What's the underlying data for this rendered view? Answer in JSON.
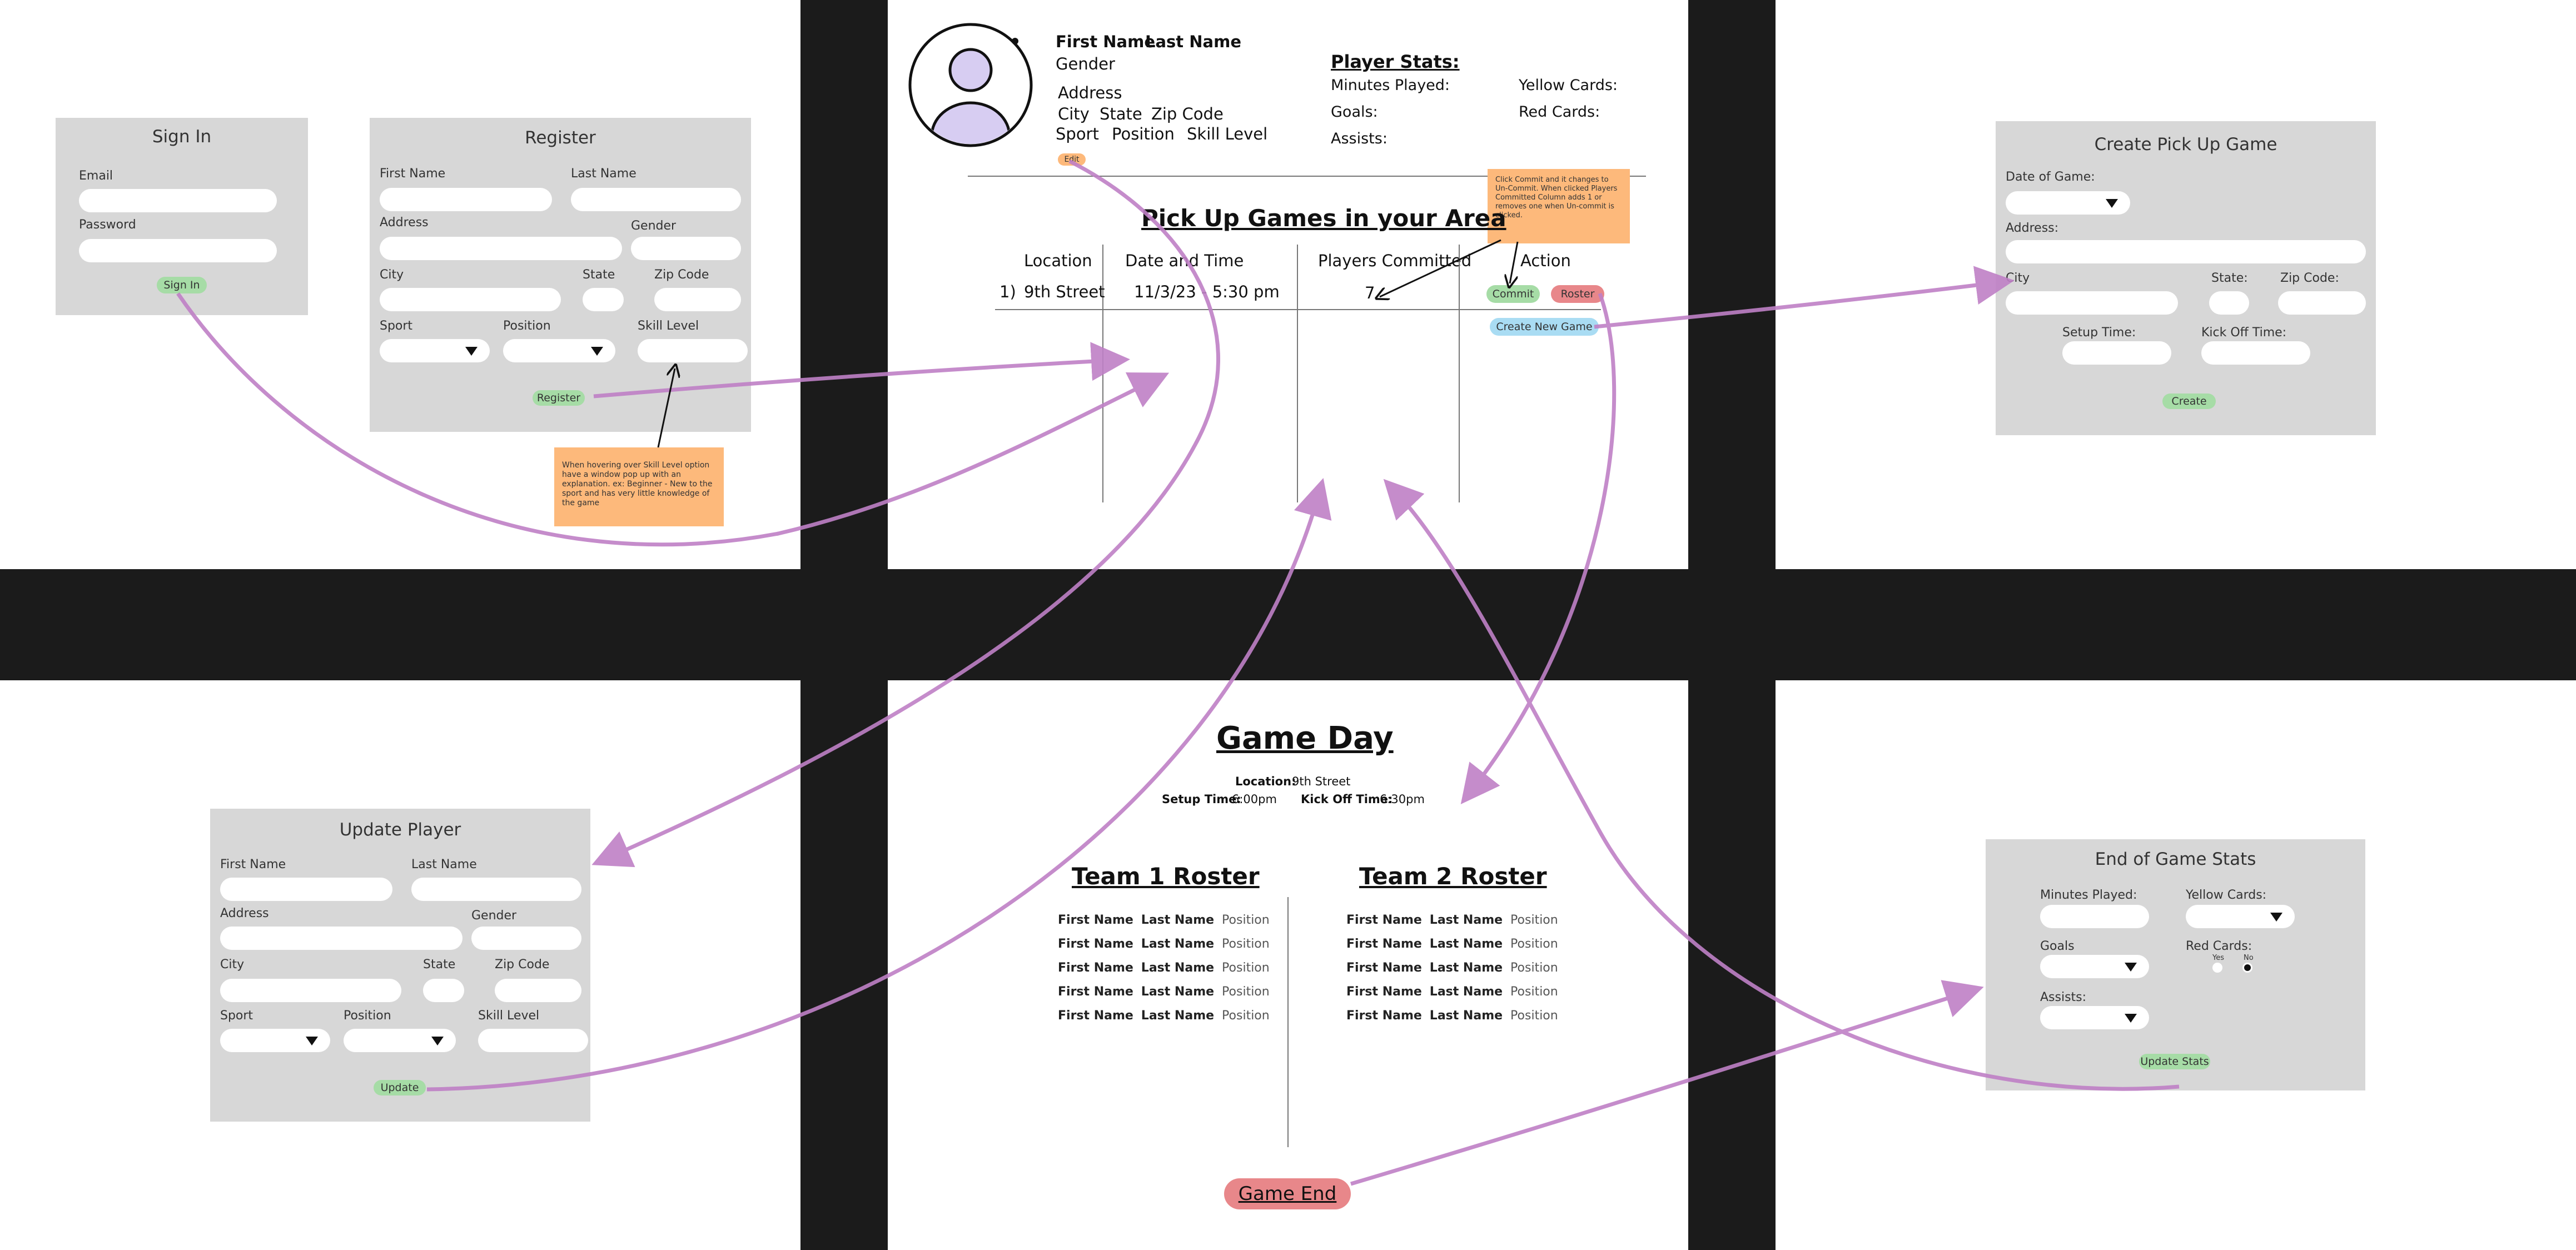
{
  "sign_in": {
    "title": "Sign In",
    "email_label": "Email",
    "password_label": "Password",
    "button": "Sign In"
  },
  "register": {
    "title": "Register",
    "first_name": "First Name",
    "last_name": "Last Name",
    "address": "Address",
    "gender": "Gender",
    "city": "City",
    "state": "State",
    "zip": "Zip Code",
    "sport": "Sport",
    "position": "Position",
    "skill_level": "Skill Level",
    "button": "Register",
    "note": "When hovering over Skill Level option have a window pop up with an explanation. ex: Beginner - New to the sport and has very little knowledge of the game"
  },
  "profile": {
    "first_name": "First Name",
    "last_name": "Last Name",
    "gender": "Gender",
    "address": "Address",
    "city": "City",
    "state": "State",
    "zip": "Zip Code",
    "sport": "Sport",
    "position": "Position",
    "skill_level": "Skill Level",
    "edit": "Edit",
    "stats_title": "Player Stats:",
    "minutes_played": "Minutes Played:",
    "goals": "Goals:",
    "assists": "Assists:",
    "yellow_cards": "Yellow Cards:",
    "red_cards": "Red Cards:"
  },
  "games": {
    "title": "Pick Up Games in your Area",
    "headers": [
      "Location",
      "Date and Time",
      "Players Committed",
      "Action"
    ],
    "row_number": "1)",
    "row_location": "9th Street",
    "row_datetime": "11/3/23 - 5:30 pm",
    "row_committed": "7",
    "commit": "Commit",
    "roster": "Roster",
    "create_new": "Create New Game",
    "note": "Click Commit and it changes to Un-Commit. When clicked Players Committed Column adds 1 or removes one when Un-commit is clicked."
  },
  "create_game": {
    "title": "Create Pick Up Game",
    "date": "Date of Game:",
    "address": "Address:",
    "city": "City",
    "state": "State:",
    "zip": "Zip Code:",
    "setup": "Setup Time:",
    "kickoff": "Kick Off Time:",
    "button": "Create"
  },
  "update_player": {
    "title": "Update Player",
    "first_name": "First Name",
    "last_name": "Last Name",
    "address": "Address",
    "gender": "Gender",
    "city": "City",
    "state": "State",
    "zip": "Zip Code",
    "sport": "Sport",
    "position": "Position",
    "skill_level": "Skill Level",
    "button": "Update"
  },
  "game_day": {
    "title": "Game Day",
    "location_label": "Location:",
    "location_value": "9th Street",
    "setup_label": "Setup Time:",
    "setup_value": "6:00pm",
    "kickoff_label": "Kick Off Time:",
    "kickoff_value": "6:30pm",
    "team1": "Team 1 Roster",
    "team2": "Team 2 Roster",
    "first_name": "First Name",
    "last_name": "Last Name",
    "position": "Position",
    "end_button": "Game End"
  },
  "end_stats": {
    "title": "End of Game Stats",
    "minutes_played": "Minutes Played:",
    "yellow_cards": "Yellow Cards:",
    "goals": "Goals",
    "red_cards": "Red Cards:",
    "yes": "Yes",
    "no": "No",
    "assists": "Assists:",
    "button": "Update Stats"
  },
  "colors": {
    "band": "#1b1b1b",
    "card": "#d7d7d7",
    "arrow": "#bf80c6",
    "note": "#fdb97b",
    "green_button": "#a6dca6",
    "red_button": "#e8878a",
    "blue_button": "#a9dcf3"
  }
}
